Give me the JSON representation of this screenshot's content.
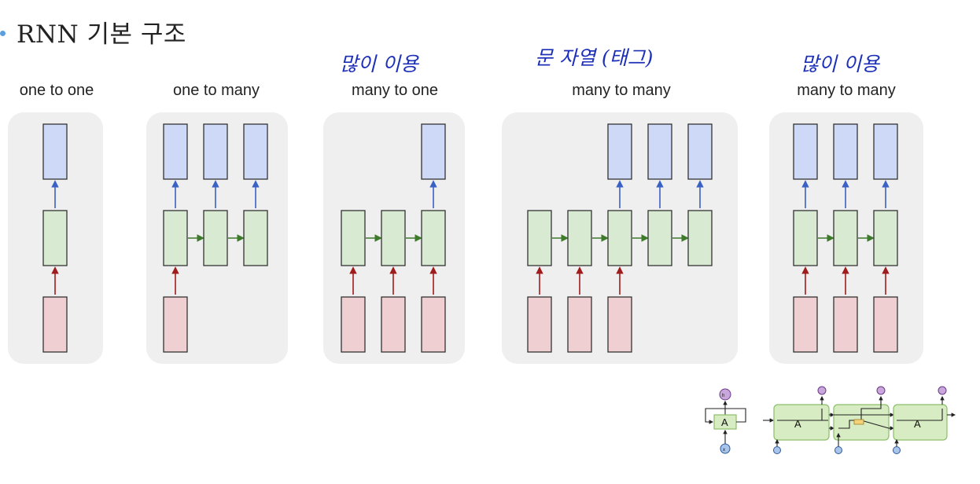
{
  "slide": {
    "title": "RNN 기본 구조"
  },
  "annotations": [
    {
      "id": "note1",
      "text": "많이 이용"
    },
    {
      "id": "note2",
      "text": "문 자열 (태그)"
    },
    {
      "id": "note3",
      "text": "많이 이용"
    }
  ],
  "diagrams": [
    {
      "label": "one to one"
    },
    {
      "label": "one to many"
    },
    {
      "label": "many to one"
    },
    {
      "label": "many to many"
    },
    {
      "label": "many to many"
    }
  ],
  "lstm": {
    "cell_label": "A",
    "output_symbol": "h",
    "input_symbol": "x"
  },
  "colors": {
    "output_box": "#cdd9f6",
    "hidden_box": "#d9ead3",
    "input_box": "#efcfd2",
    "arrow_up_output": "#3a62c4",
    "arrow_up_input": "#a01c1c",
    "arrow_right": "#3d7a2a",
    "note_ink": "#1c2fb8"
  }
}
